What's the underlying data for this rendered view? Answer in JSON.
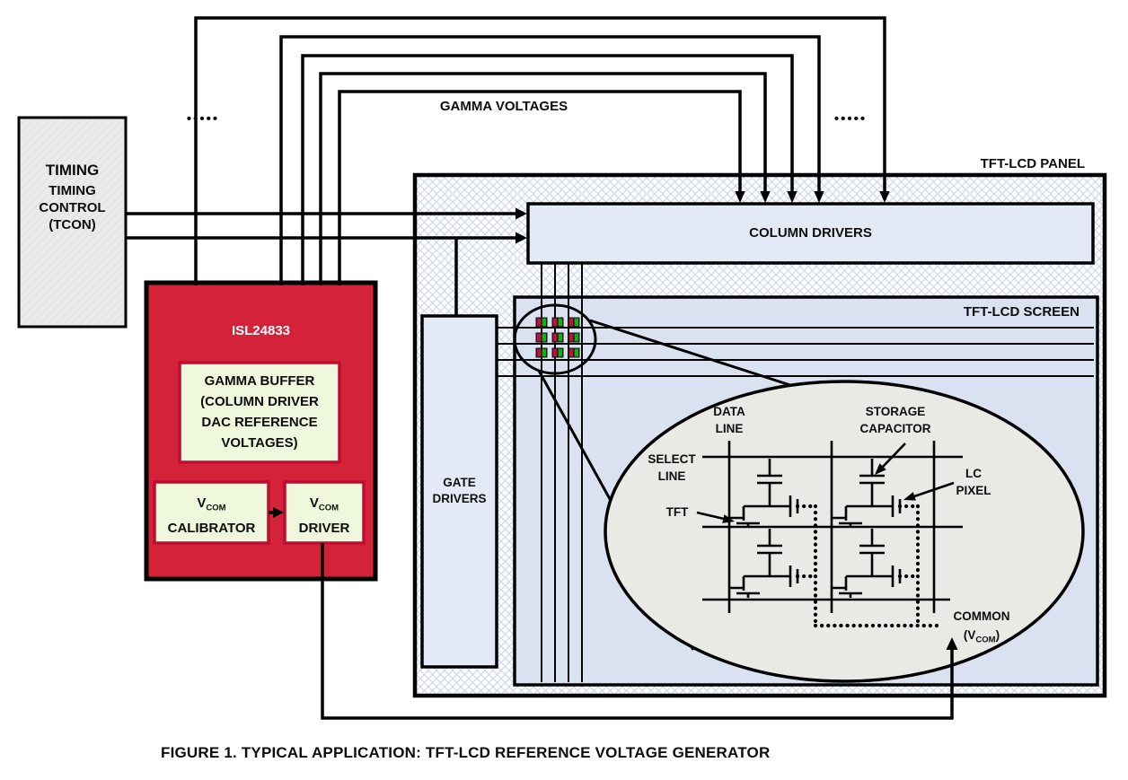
{
  "caption": "FIGURE 1.  TYPICAL APPLICATION: TFT-LCD REFERENCE VOLTAGE GENERATOR",
  "tcon": {
    "title": "TIMING",
    "lines": [
      "TIMING",
      "CONTROL",
      "(TCON)"
    ]
  },
  "gamma_bus": {
    "label": "GAMMA VOLTAGES",
    "dots_left": "•••••",
    "dots_right": "•••••"
  },
  "isl": {
    "name": "ISL24833",
    "gamma_buffer": [
      "GAMMA BUFFER",
      "(COLUMN DRIVER",
      "DAC REFERENCE",
      "VOLTAGES)"
    ],
    "vcom_calibrator": {
      "v": "V",
      "sub": "COM",
      "word": "CALIBRATOR"
    },
    "vcom_driver": {
      "v": "V",
      "sub": "COM",
      "word": "DRIVER"
    }
  },
  "panel": {
    "label": "TFT-LCD PANEL",
    "column_drivers": "COLUMN DRIVERS",
    "screen": "TFT-LCD SCREEN",
    "gate_drivers": [
      "GATE",
      "DRIVERS"
    ]
  },
  "inset": {
    "data_line": [
      "DATA",
      "LINE"
    ],
    "select_line": [
      "SELECT",
      "LINE"
    ],
    "tft": "TFT",
    "storage_capacitor": [
      "STORAGE",
      "CAPACITOR"
    ],
    "lc_pixel": [
      "LC",
      "PIXEL"
    ],
    "common": "COMMON",
    "vcom": {
      "pre": "(V",
      "sub": "COM",
      "post": ")"
    }
  },
  "colors": {
    "isl_red": "#D42239",
    "dark_red": "#BE0D31",
    "pale_green": "#EFF8DC",
    "box_blue": "#E4EAF5",
    "screen_blue": "#DAE2F1",
    "inset_gray": "#E9E9E6",
    "tcon_gray": "#EAEAEA",
    "hatch_blue": "#C7D2E8",
    "pixel_red": "#C1103A",
    "pixel_green": "#10B010",
    "wire_black": "#000000"
  }
}
